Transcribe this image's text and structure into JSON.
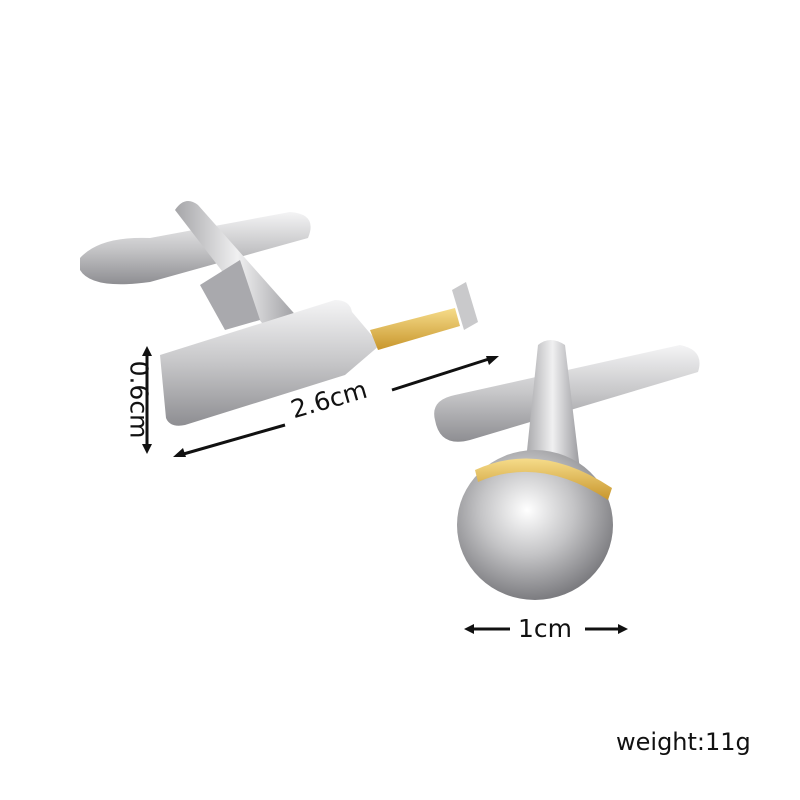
{
  "dimensions": {
    "bat_thickness": "0.6cm",
    "bat_length": "2.6cm",
    "ball_diameter": "1cm"
  },
  "weight": "weight:11g",
  "colors": {
    "silver": "#c9c9cb",
    "gold": "#e0b84a",
    "text": "#111111"
  }
}
